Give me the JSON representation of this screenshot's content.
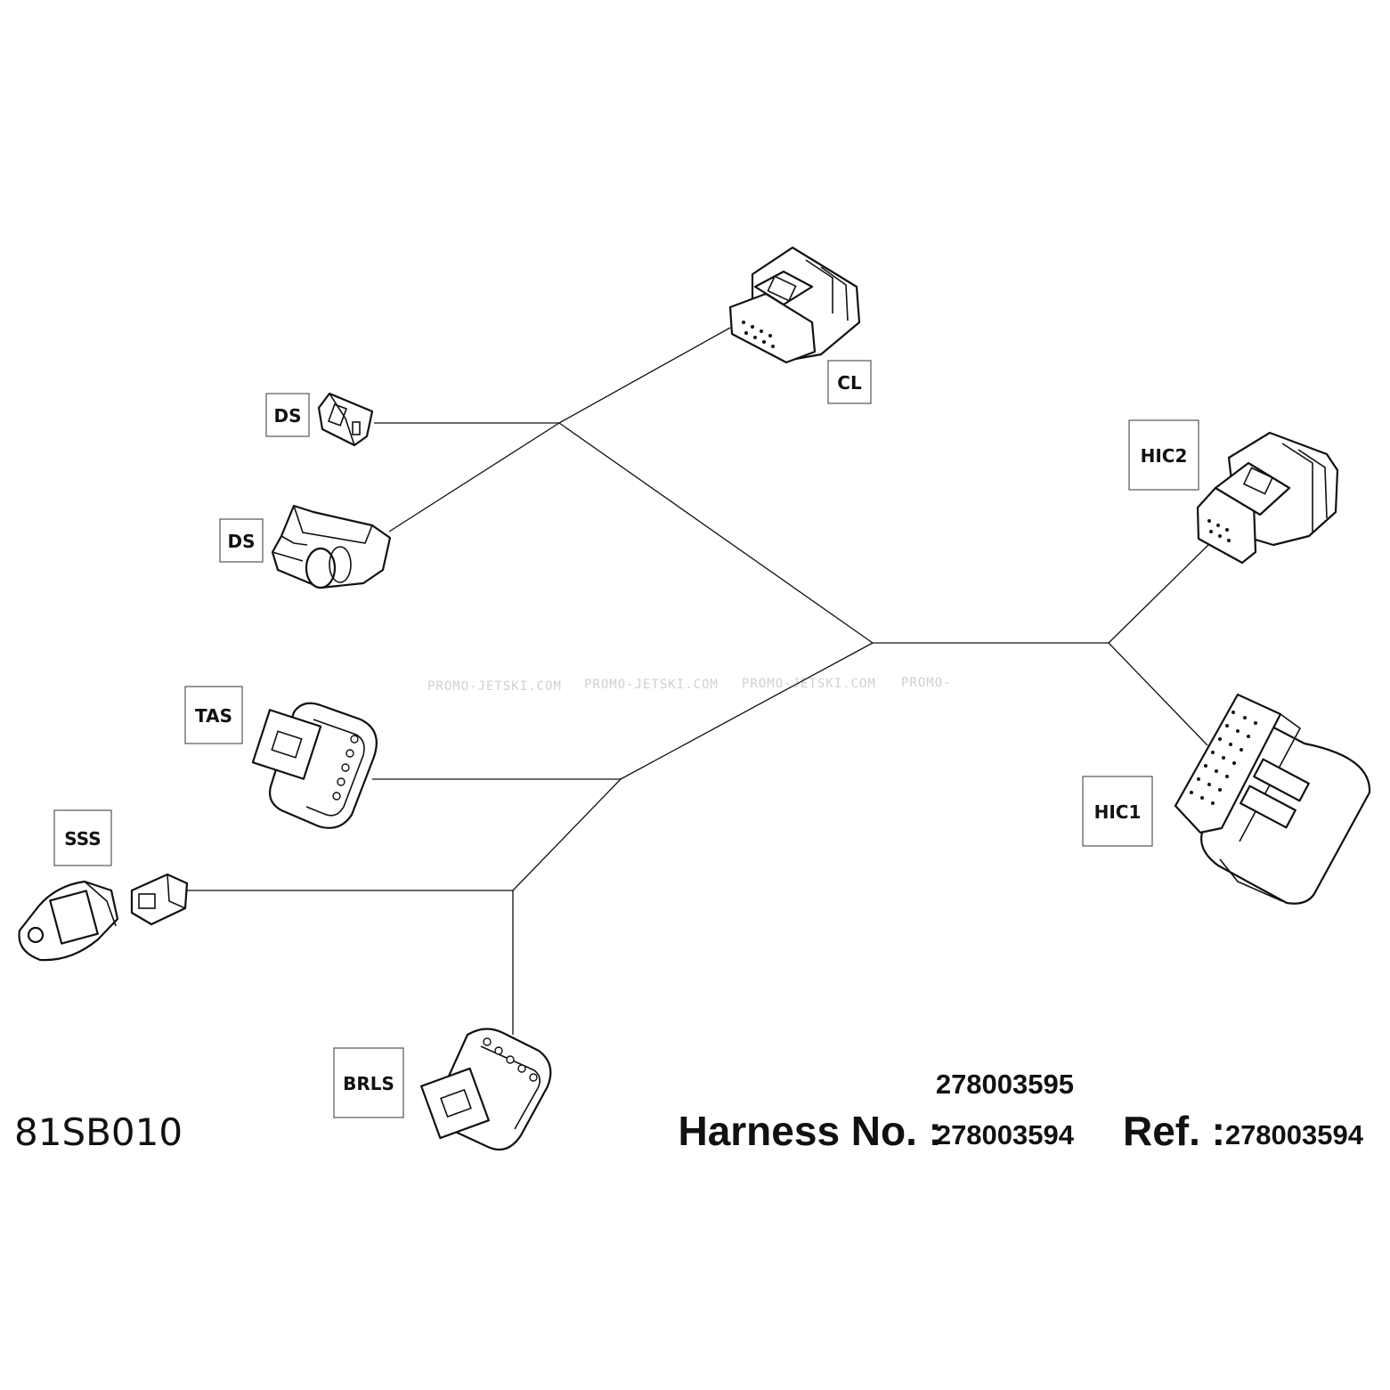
{
  "figure_id": "81SB010",
  "watermark": [
    "PROMO-JETSKI.COM",
    "PROMO-JETSKI.COM",
    "PROMO-JETSKI.COM",
    "PROMO-"
  ],
  "harness": {
    "alt_number": "278003595",
    "label": "Harness No. :",
    "number": "278003594"
  },
  "reference": {
    "label": "Ref. :",
    "number": "278003594"
  },
  "connectors": {
    "cl": "CL",
    "ds_top": "DS",
    "ds_bottom": "DS",
    "hic2": "HIC2",
    "hic1": "HIC1",
    "tas": "TAS",
    "sss": "SSS",
    "brls": "BRLS"
  }
}
